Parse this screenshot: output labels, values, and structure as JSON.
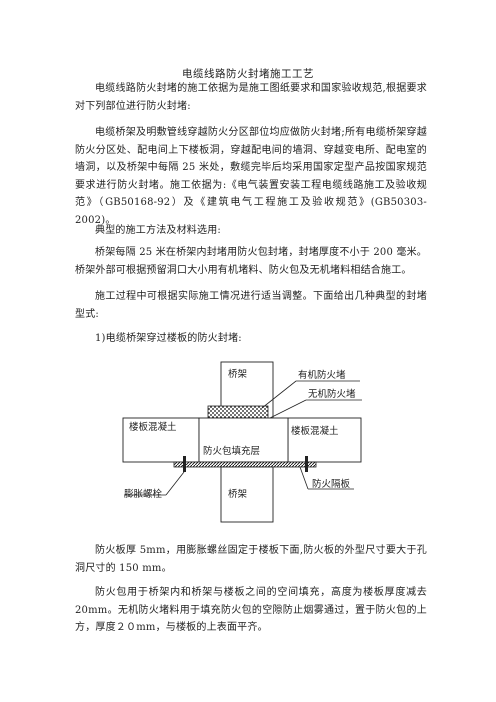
{
  "doc": {
    "title": "电缆线路防火封堵施工工艺",
    "paragraphs": [
      "电缆线路防火封堵的施工依据为是施工图纸要求和国家验收规范,根据要求对下列部位进行防火封堵:",
      "电缆桥架及明敷管线穿越防火分区部位均应做防火封堵;所有电缆桥架穿越防火分区处、配电间上下楼板洞，穿越配电间的墙洞、穿越变电所、配电室的墙洞，以及桥架中每隔 25 米处，敷缆完毕后均采用国家定型产品按国家规范要求进行防火封堵。施工依据为:《电气装置安装工程电缆线路施工及验收规范》（GB50168-92）及《建筑电气工程施工及验收规范》(GB50303-2002)。",
      "典型的施工方法及材料选用:",
      "桥架每隔 25 米在桥架内封堵用防火包封堵，封堵厚度不小于 200 毫米。桥架外部可根据预留洞口大小用有机堵料、防火包及无机堵料相结合施工。",
      "施工过程中可根据实际施工情况进行适当调整。下面给出几种典型的封堵型式:",
      "1)电缆桥架穿过楼板的防火封堵:"
    ],
    "after": [
      "防火板厚 5mm，用膨胀螺丝固定于楼板下面,防火板的外型尺寸要大于孔洞尺寸的 150 mm。",
      "防火包用于桥架内和桥架与楼板之间的空间填充，高度为楼板厚度减去 20mm。无机防火堵料用于填充防火包的空隙防止烟雾通过，置于防火包的上方，厚度２０mm，与楼板的上表面平齐。"
    ]
  },
  "diagram": {
    "label_bridge_top": "桥架",
    "label_organic": "有机防火堵",
    "label_inorganic": "无机防火堵",
    "label_slab_left": "楼板混凝土",
    "label_slab_right": "楼板混凝土",
    "label_fill": "防火包填充层",
    "label_bridge_bottom": "桥架",
    "label_bolt": "膨胀螺栓",
    "label_board": "防火隔板"
  }
}
